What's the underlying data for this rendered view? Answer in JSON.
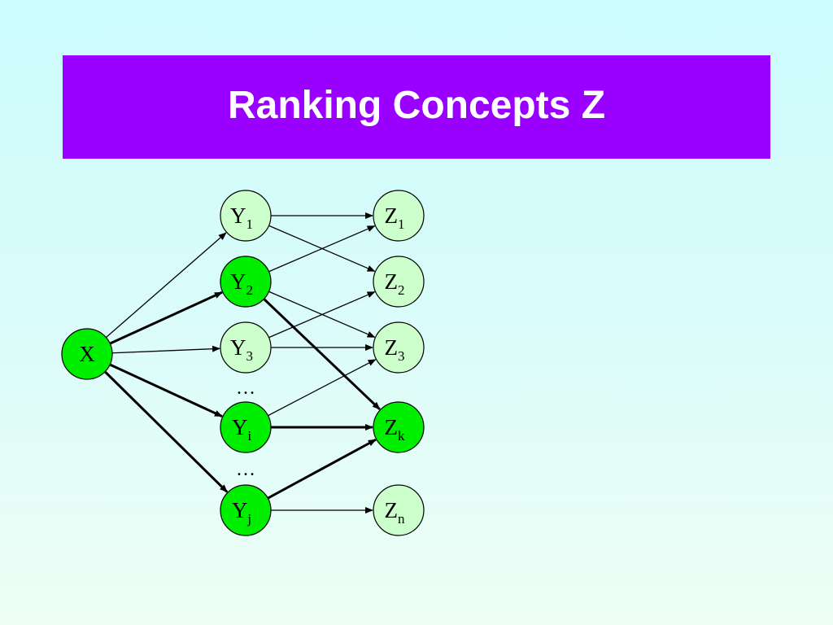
{
  "title": "Ranking Concepts Z",
  "colors": {
    "banner": "#9900ff",
    "title_text": "#ffffff",
    "node_highlight": "#00ee00",
    "node_plain": "#ccffcc",
    "edge": "#000000"
  },
  "nodes": [
    {
      "id": "X",
      "label": "X",
      "sub": "",
      "highlight": true
    },
    {
      "id": "Y1",
      "label": "Y",
      "sub": "1",
      "highlight": false
    },
    {
      "id": "Y2",
      "label": "Y",
      "sub": "2",
      "highlight": true
    },
    {
      "id": "Y3",
      "label": "Y",
      "sub": "3",
      "highlight": false
    },
    {
      "id": "Yi",
      "label": "Y",
      "sub": "i",
      "highlight": true
    },
    {
      "id": "Yj",
      "label": "Y",
      "sub": "j",
      "highlight": true
    },
    {
      "id": "Z1",
      "label": "Z",
      "sub": "1",
      "highlight": false
    },
    {
      "id": "Z2",
      "label": "Z",
      "sub": "2",
      "highlight": false
    },
    {
      "id": "Z3",
      "label": "Z",
      "sub": "3",
      "highlight": false
    },
    {
      "id": "Zk",
      "label": "Z",
      "sub": "k",
      "highlight": true
    },
    {
      "id": "Zn",
      "label": "Z",
      "sub": "n",
      "highlight": false
    }
  ],
  "edges": [
    {
      "from": "X",
      "to": "Y1",
      "bold": false
    },
    {
      "from": "X",
      "to": "Y2",
      "bold": true
    },
    {
      "from": "X",
      "to": "Y3",
      "bold": false
    },
    {
      "from": "X",
      "to": "Yi",
      "bold": true
    },
    {
      "from": "X",
      "to": "Yj",
      "bold": true
    },
    {
      "from": "Y1",
      "to": "Z1",
      "bold": false
    },
    {
      "from": "Y1",
      "to": "Z2",
      "bold": false
    },
    {
      "from": "Y2",
      "to": "Z1",
      "bold": false
    },
    {
      "from": "Y2",
      "to": "Z3",
      "bold": false
    },
    {
      "from": "Y2",
      "to": "Zk",
      "bold": true
    },
    {
      "from": "Y3",
      "to": "Z2",
      "bold": false
    },
    {
      "from": "Y3",
      "to": "Z3",
      "bold": false
    },
    {
      "from": "Yi",
      "to": "Z3",
      "bold": false
    },
    {
      "from": "Yi",
      "to": "Zk",
      "bold": true
    },
    {
      "from": "Yj",
      "to": "Zk",
      "bold": true
    },
    {
      "from": "Yj",
      "to": "Zn",
      "bold": false
    }
  ],
  "ellipses": [
    "…",
    "…"
  ]
}
